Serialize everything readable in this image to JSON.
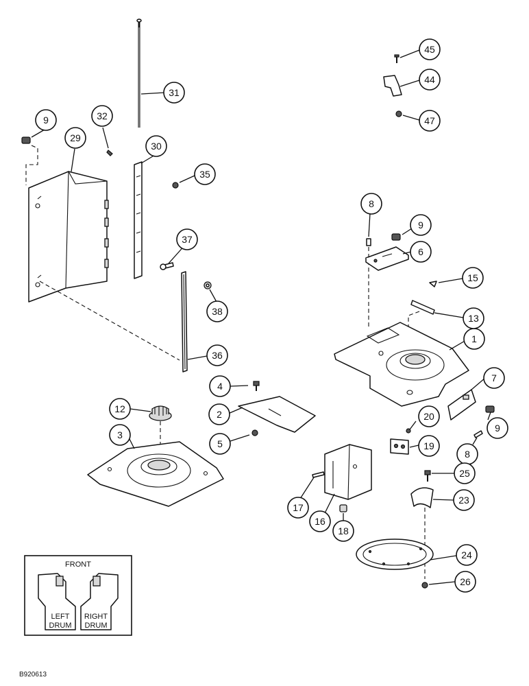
{
  "callouts": [
    {
      "id": "c1",
      "label": "1"
    },
    {
      "id": "c2",
      "label": "2"
    },
    {
      "id": "c3",
      "label": "3"
    },
    {
      "id": "c4",
      "label": "4"
    },
    {
      "id": "c5",
      "label": "5"
    },
    {
      "id": "c6",
      "label": "6"
    },
    {
      "id": "c7",
      "label": "7"
    },
    {
      "id": "c8a",
      "label": "8"
    },
    {
      "id": "c8b",
      "label": "8"
    },
    {
      "id": "c9a",
      "label": "9"
    },
    {
      "id": "c9b",
      "label": "9"
    },
    {
      "id": "c9c",
      "label": "9"
    },
    {
      "id": "c12",
      "label": "12"
    },
    {
      "id": "c13",
      "label": "13"
    },
    {
      "id": "c15",
      "label": "15"
    },
    {
      "id": "c16",
      "label": "16"
    },
    {
      "id": "c17",
      "label": "17"
    },
    {
      "id": "c18",
      "label": "18"
    },
    {
      "id": "c19",
      "label": "19"
    },
    {
      "id": "c20",
      "label": "20"
    },
    {
      "id": "c23",
      "label": "23"
    },
    {
      "id": "c24",
      "label": "24"
    },
    {
      "id": "c25",
      "label": "25"
    },
    {
      "id": "c26",
      "label": "26"
    },
    {
      "id": "c29",
      "label": "29"
    },
    {
      "id": "c30",
      "label": "30"
    },
    {
      "id": "c31",
      "label": "31"
    },
    {
      "id": "c32",
      "label": "32"
    },
    {
      "id": "c35",
      "label": "35"
    },
    {
      "id": "c36",
      "label": "36"
    },
    {
      "id": "c37",
      "label": "37"
    },
    {
      "id": "c38",
      "label": "38"
    },
    {
      "id": "c44",
      "label": "44"
    },
    {
      "id": "c45",
      "label": "45"
    },
    {
      "id": "c47",
      "label": "47"
    }
  ],
  "inset": {
    "front_label": "FRONT",
    "left_label_line1": "LEFT",
    "left_label_line2": "DRUM",
    "right_label_line1": "RIGHT",
    "right_label_line2": "DRUM"
  },
  "reference_number": "B920613"
}
